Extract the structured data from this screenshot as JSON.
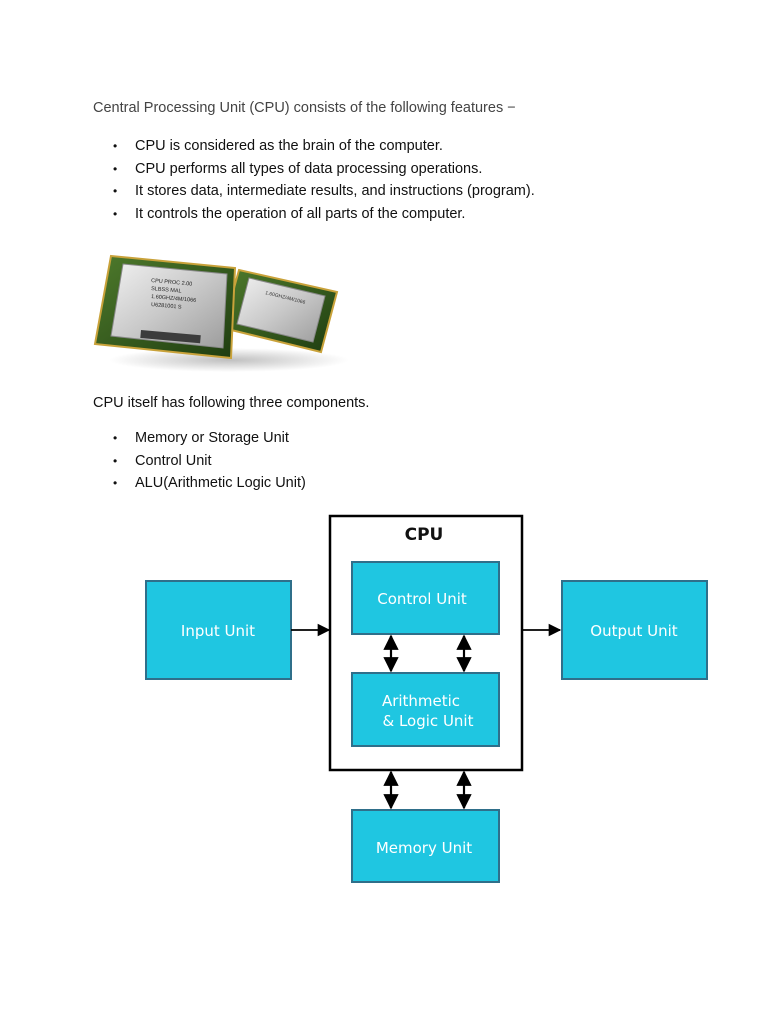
{
  "intro_heading": "Central Processing Unit (CPU) consists of the following features −",
  "features": [
    "CPU is considered as the brain of the computer.",
    "CPU performs all types of data processing operations.",
    "It stores data, intermediate results, and instructions (program).",
    "It controls the operation of all parts of the computer."
  ],
  "photo_chip_text": [
    "CPU PROC 2.00",
    "SLBSS MAL",
    "1.60GHZ/4M/1066",
    "U6281001 S"
  ],
  "components_intro": "CPU itself has following three components.",
  "components": [
    "Memory or Storage Unit",
    "Control Unit",
    "ALU(Arithmetic Logic Unit)"
  ],
  "diagram": {
    "cpu_label": "CPU",
    "input_unit": "Input Unit",
    "output_unit": "Output Unit",
    "control_unit": "Control Unit",
    "alu_line1": "Arithmetic",
    "alu_line2": "& Logic Unit",
    "memory_unit": "Memory Unit",
    "box_color": "#1fc6e1",
    "border_color": "#2f6f8a"
  }
}
